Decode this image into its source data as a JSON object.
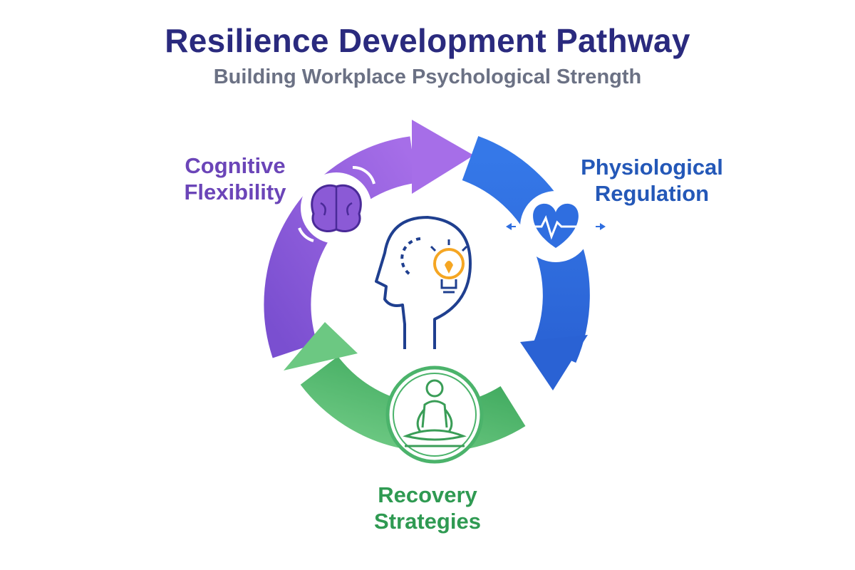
{
  "title": "Resilience Development Pathway",
  "subtitle": "Building Workplace Psychological Strength",
  "stages": [
    {
      "line1": "Cognitive",
      "line2": "Flexibility",
      "color": "#6b45b8",
      "arc_color": "#8b5ad6",
      "icon": "brain-icon"
    },
    {
      "line1": "Physiological",
      "line2": "Regulation",
      "color": "#2458b8",
      "arc_color": "#2f6ee0",
      "icon": "heart-pulse-icon"
    },
    {
      "line1": "Recovery",
      "line2": "Strategies",
      "color": "#2f9a52",
      "arc_color": "#4bb36b",
      "icon": "meditation-icon"
    }
  ],
  "center_icon": "head-lightbulb-icon",
  "colors": {
    "title": "#2a2a7e",
    "subtitle": "#6b7184",
    "outline": "#1f3f8f",
    "bulb": "#f5a623"
  }
}
